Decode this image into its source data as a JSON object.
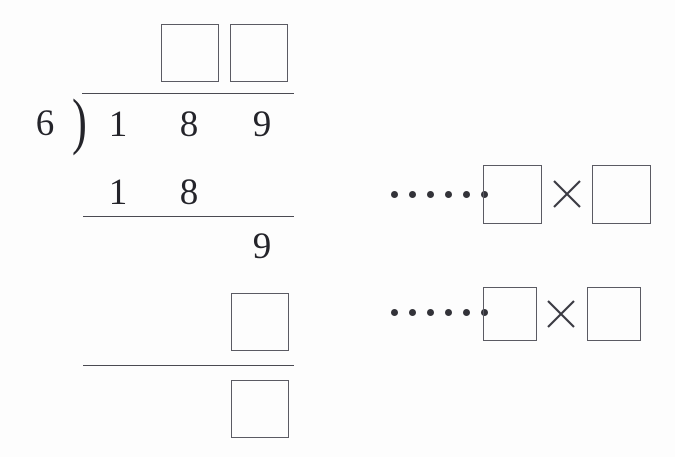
{
  "document": {
    "type": "long-division-worksheet",
    "title": "Long division with blank answer boxes",
    "background_color": "#fdfdfd",
    "ink_color": "#24242a",
    "box_border_color": "#5b5b63"
  },
  "division": {
    "divisor": "6",
    "bracket_glyph": ")",
    "dividend_digits": [
      "1",
      "8",
      "9"
    ],
    "quotient_boxes": [
      {
        "name": "quotient-tens-box",
        "value": ""
      },
      {
        "name": "quotient-ones-box",
        "value": ""
      }
    ],
    "partial_product_digits": [
      "1",
      "8"
    ],
    "first_remainder_digits": [
      "9"
    ],
    "second_partial_box": {
      "name": "second-partial-product-box",
      "value": ""
    },
    "final_remainder_box": {
      "name": "final-remainder-box",
      "value": ""
    },
    "rules": [
      {
        "name": "vinculum-rule"
      },
      {
        "name": "first-subtraction-rule"
      },
      {
        "name": "second-subtraction-rule"
      }
    ]
  },
  "check_work": {
    "ellipsis": "••••••",
    "ellipsis_dot_count": 6,
    "operator": "×",
    "rows": [
      {
        "name": "check-row-1",
        "left_box": {
          "name": "check-row-1-left-box",
          "value": ""
        },
        "operator": "×",
        "right_box": {
          "name": "check-row-1-right-box",
          "value": ""
        }
      },
      {
        "name": "check-row-2",
        "left_box": {
          "name": "check-row-2-left-box",
          "value": ""
        },
        "operator": "×",
        "right_box": {
          "name": "check-row-2-right-box",
          "value": ""
        }
      }
    ]
  }
}
